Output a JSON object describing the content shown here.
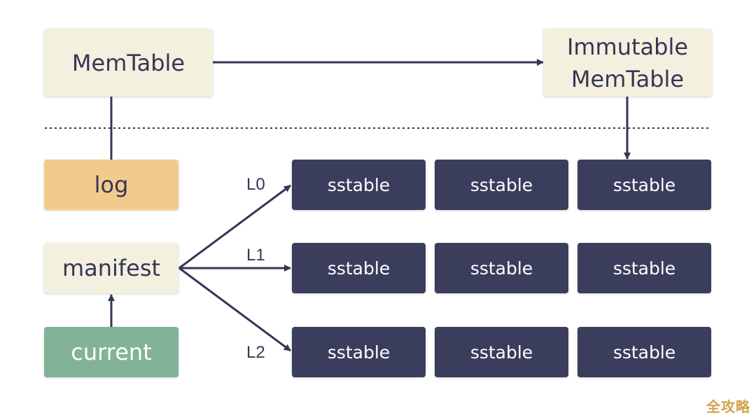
{
  "nodes": {
    "memtable": "MemTable",
    "immutable_line1": "Immutable",
    "immutable_line2": "MemTable",
    "log": "log",
    "manifest": "manifest",
    "current": "current"
  },
  "levels": [
    {
      "label": "L0",
      "sstables": [
        "sstable",
        "sstable",
        "sstable"
      ]
    },
    {
      "label": "L1",
      "sstables": [
        "sstable",
        "sstable",
        "sstable"
      ]
    },
    {
      "label": "L2",
      "sstables": [
        "sstable",
        "sstable",
        "sstable"
      ]
    }
  ],
  "watermark": "全攻略",
  "colors": {
    "cream": "#f3f0df",
    "log": "#f2cb8c",
    "current": "#82b397",
    "sstable": "#3a3d5c",
    "line": "#343754"
  }
}
